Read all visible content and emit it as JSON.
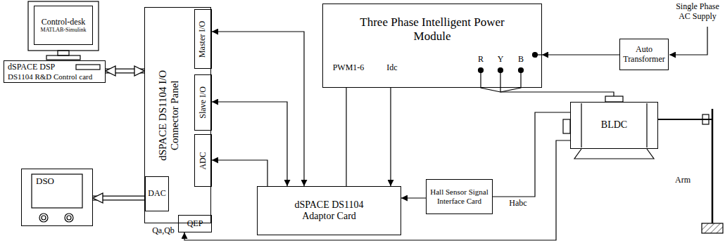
{
  "diagram": {
    "nodes": [
      {
        "text": [
          "Control-desk",
          "MATLAB-Simulink"
        ]
      },
      {
        "text": [
          "dSPACE DSP",
          "DS1104 R&D Control card"
        ]
      },
      {
        "text": [
          "dSPACE DS1104 I/O Connector Panel"
        ]
      },
      {
        "text": [
          "Master I/O"
        ],
        "in": 2
      },
      {
        "text": [
          "Slave I/O"
        ],
        "in": 2
      },
      {
        "text": [
          "ADC"
        ],
        "in": 2
      },
      {
        "text": [
          "DAC"
        ],
        "in": 2
      },
      {
        "text": [
          "QEP"
        ],
        "in": 2
      },
      {
        "text": [
          "DSO"
        ]
      },
      {
        "text": [
          "Three Phase Intelligent Power Module"
        ]
      },
      {
        "text": [
          "Auto Transformer"
        ]
      },
      {
        "text": [
          "dSPACE DS1104 Adaptor Card"
        ]
      },
      {
        "text": [
          "Hall Sensor Signal Interface Card"
        ]
      },
      {
        "text": [
          "BLDC"
        ]
      }
    ],
    "edges": [
      {
        "from": 1,
        "to": 2,
        "arrow": "both"
      },
      {
        "from": 6,
        "to": 8,
        "arrow": "to"
      },
      {
        "from": 3,
        "to": 11,
        "arrow": "both"
      },
      {
        "from": 4,
        "to": 11,
        "arrow": "both"
      },
      {
        "from": 11,
        "to": 5,
        "arrow": "to"
      },
      {
        "from": 11,
        "to": 9,
        "arrow": "none"
      },
      {
        "from": 9,
        "to": 11,
        "arrow": "to"
      },
      {
        "from": 10,
        "to": 9,
        "arrow": "to"
      },
      {
        "from": 9,
        "to": 13,
        "arrow": "none"
      },
      {
        "from": 13,
        "to": 12,
        "arrow": "none"
      },
      {
        "from": 12,
        "to": 11,
        "arrow": "to"
      },
      {
        "from": 13,
        "to": 7,
        "arrow": "to"
      }
    ],
    "labels": [
      "Single Phase AC Supply",
      "PWM1-6",
      "Idc",
      "R",
      "Y",
      "B",
      "Habc",
      "Qa,Qb",
      "Arm"
    ]
  }
}
